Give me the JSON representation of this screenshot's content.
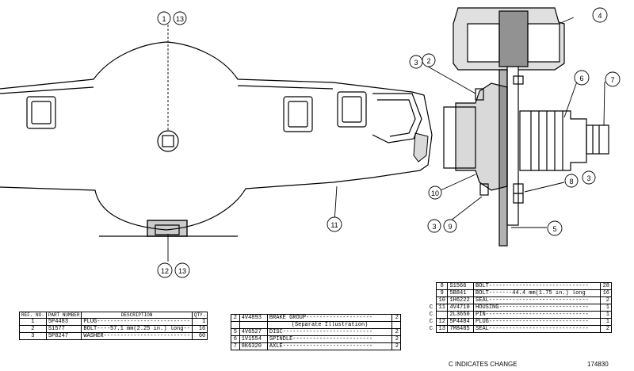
{
  "callouts": {
    "c1": "1",
    "c13a": "13",
    "c3a": "3",
    "c2": "2",
    "c4": "4",
    "c6": "6",
    "c7": "7",
    "c10": "10",
    "c8": "8",
    "c3b": "3",
    "c11": "11",
    "c3c": "3",
    "c9": "9",
    "c5": "5",
    "c12": "12",
    "c13b": "13"
  },
  "table1": {
    "headers": {
      "ref": "REF. NO.",
      "part": "PART NUMBER",
      "desc": "DESCRIPTION",
      "qty": "QTY."
    },
    "rows": [
      {
        "ref": "1",
        "part": "5P4483",
        "desc": "PLUG----------------------------",
        "qty": "1"
      },
      {
        "ref": "2",
        "part": "S1577",
        "desc": "BOLT----57.1 mm(2.25 in.) long--",
        "qty": "16"
      },
      {
        "ref": "3",
        "part": "5P8247",
        "desc": "WASHER--------------------------",
        "qty": "60"
      }
    ]
  },
  "table2": {
    "rows": [
      {
        "ref": "2",
        "part": "4V4893",
        "desc": "BRAKE GROUP--------------------",
        "qty": "2"
      },
      {
        "ref": "",
        "part": "",
        "desc": "(Separate Illustration)",
        "qty": ""
      },
      {
        "ref": "5",
        "part": "4V6527",
        "desc": "DISC---------------------------",
        "qty": "2"
      },
      {
        "ref": "6",
        "part": "1V1554",
        "desc": "SPINDLE------------------------",
        "qty": "2"
      },
      {
        "ref": "7",
        "part": "8K6320",
        "desc": "AXLE---------------------------",
        "qty": "2"
      }
    ]
  },
  "table3": {
    "rows": [
      {
        "mark": "",
        "ref": "8",
        "part": "S1566",
        "desc": "BOLT------------------------------",
        "qty": "28"
      },
      {
        "mark": "",
        "ref": "9",
        "part": "5B841",
        "desc": "BOLT-------44.4 mm(1.75 in.) long",
        "qty": "16"
      },
      {
        "mark": "",
        "ref": "10",
        "part": "1H6222",
        "desc": "SEAL------------------------------",
        "qty": "2"
      },
      {
        "mark": "C",
        "ref": "11",
        "part": "4V4710",
        "desc": "HOUSING---------------------------",
        "qty": "1"
      },
      {
        "mark": "C",
        "ref": "",
        "part": "2L3650",
        "desc": "PIN-------------------------------",
        "qty": "1"
      },
      {
        "mark": "C",
        "ref": "12",
        "part": "5P4484",
        "desc": "PLUG------------------------------",
        "qty": "1"
      },
      {
        "mark": "C",
        "ref": "13",
        "part": "7M8485",
        "desc": "SEAL------------------------------",
        "qty": "2"
      }
    ]
  },
  "footer": {
    "change_note": "C INDICATES CHANGE",
    "drawing_number": "174830"
  }
}
